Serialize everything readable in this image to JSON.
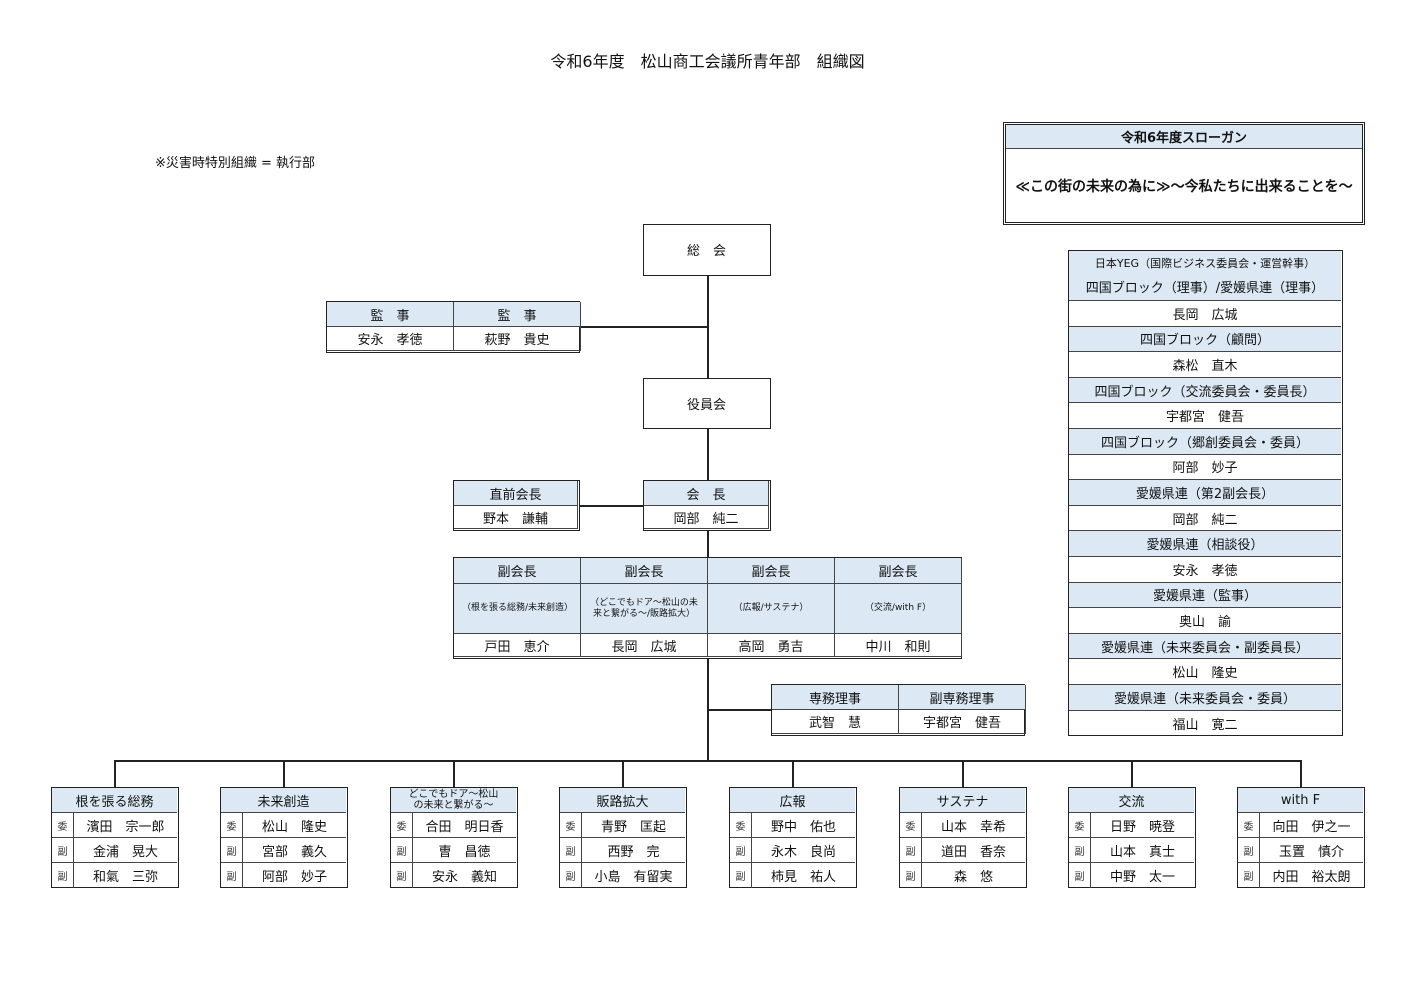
{
  "title": "令和6年度　松山商工会議所青年部　組織図",
  "note": "※災害時特別組織 = 執行部",
  "slogan": {
    "header": "令和6年度スローガン",
    "text": "≪この街の未来の為に≫～今私たちに出来ることを～"
  },
  "general_assembly": "総　会",
  "auditors": [
    {
      "role": "監　事",
      "name": "安永　孝徳"
    },
    {
      "role": "監　事",
      "name": "萩野　貴史"
    }
  ],
  "board": "役員会",
  "past_president": {
    "role": "直前会長",
    "name": "野本　謙輔"
  },
  "president": {
    "role": "会　長",
    "name": "岡部　純二"
  },
  "vice_presidents": [
    {
      "role": "副会長",
      "scope": "（根を張る総務/未来創造）",
      "name": "戸田　恵介"
    },
    {
      "role": "副会長",
      "scope": "（どこでもドア～松山の未来と繋がる～/販路拡大）",
      "name": "長岡　広城"
    },
    {
      "role": "副会長",
      "scope": "（広報/サステナ）",
      "name": "高岡　勇吉"
    },
    {
      "role": "副会長",
      "scope": "（交流/with F）",
      "name": "中川　和則"
    }
  ],
  "directors": [
    {
      "role": "専務理事",
      "name": "武智　慧"
    },
    {
      "role": "副専務理事",
      "name": "宇都宮　健吾"
    }
  ],
  "external_roles": {
    "first_header": [
      "日本YEG（国際ビジネス委員会・運営幹事）",
      "四国ブロック（理事）/愛媛県連（理事）"
    ],
    "first_name": "長岡　広城",
    "items": [
      {
        "role": "四国ブロック（顧問）",
        "name": "森松　直木"
      },
      {
        "role": "四国ブロック（交流委員会・委員長）",
        "name": "宇都宮　健吾"
      },
      {
        "role": "四国ブロック（郷創委員会・委員）",
        "name": "阿部　妙子"
      },
      {
        "role": "愛媛県連（第2副会長）",
        "name": "岡部　純二"
      },
      {
        "role": "愛媛県連（相談役）",
        "name": "安永　孝徳"
      },
      {
        "role": "愛媛県連（監事）",
        "name": "奥山　諭"
      },
      {
        "role": "愛媛県連（未来委員会・副委員長）",
        "name": "松山　隆史"
      },
      {
        "role": "愛媛県連（未来委員会・委員）",
        "name": "福山　寛二"
      }
    ]
  },
  "committees": [
    {
      "name": "根を張る総務",
      "members": [
        [
          "委",
          "濱田　宗一郎"
        ],
        [
          "副",
          "金浦　晃大"
        ],
        [
          "副",
          "和氣　三弥"
        ]
      ]
    },
    {
      "name": "未来創造",
      "members": [
        [
          "委",
          "松山　隆史"
        ],
        [
          "副",
          "宮部　義久"
        ],
        [
          "副",
          "阿部　妙子"
        ]
      ]
    },
    {
      "name": "どこでもドア～松山の未来と繋がる～",
      "members": [
        [
          "委",
          "合田　明日香"
        ],
        [
          "副",
          "曺　昌徳"
        ],
        [
          "副",
          "安永　義知"
        ]
      ]
    },
    {
      "name": "販路拡大",
      "members": [
        [
          "委",
          "青野　匡起"
        ],
        [
          "副",
          "西野　完"
        ],
        [
          "副",
          "小島　有留実"
        ]
      ]
    },
    {
      "name": "広報",
      "members": [
        [
          "委",
          "野中　佑也"
        ],
        [
          "副",
          "永木　良尚"
        ],
        [
          "副",
          "柿見　祐人"
        ]
      ]
    },
    {
      "name": "サステナ",
      "members": [
        [
          "委",
          "山本　幸希"
        ],
        [
          "副",
          "道田　香奈"
        ],
        [
          "副",
          "森　悠"
        ]
      ]
    },
    {
      "name": "交流",
      "members": [
        [
          "委",
          "日野　暁登"
        ],
        [
          "副",
          "山本　真士"
        ],
        [
          "副",
          "中野　太一"
        ]
      ]
    },
    {
      "name": "with F",
      "members": [
        [
          "委",
          "向田　伊之一"
        ],
        [
          "副",
          "玉置　慎介"
        ],
        [
          "副",
          "内田　裕太朗"
        ]
      ]
    }
  ]
}
